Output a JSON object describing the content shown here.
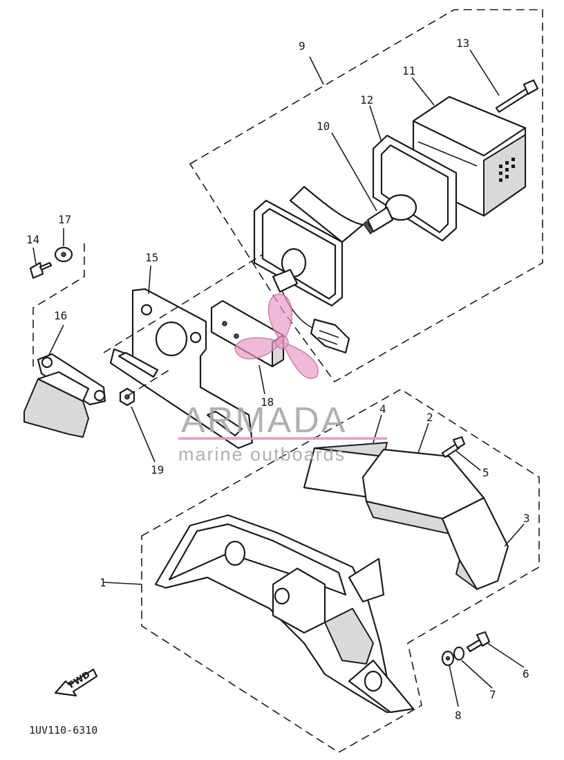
{
  "diagram": {
    "callouts": {
      "c1": "1",
      "c2": "2",
      "c3": "3",
      "c4": "4",
      "c5": "5",
      "c6": "6",
      "c7": "7",
      "c8": "8",
      "c9": "9",
      "c10": "10",
      "c11": "11",
      "c12": "12",
      "c13": "13",
      "c14": "14",
      "c15": "15",
      "c16": "16",
      "c17": "17",
      "c18": "18",
      "c19": "19"
    },
    "fwd_label": "FWD",
    "drawing_code": "1UV110-6310"
  },
  "watermark": {
    "brand": "ARMADA",
    "tagline": "marine outboards",
    "accent_color": "#e79ac4"
  }
}
